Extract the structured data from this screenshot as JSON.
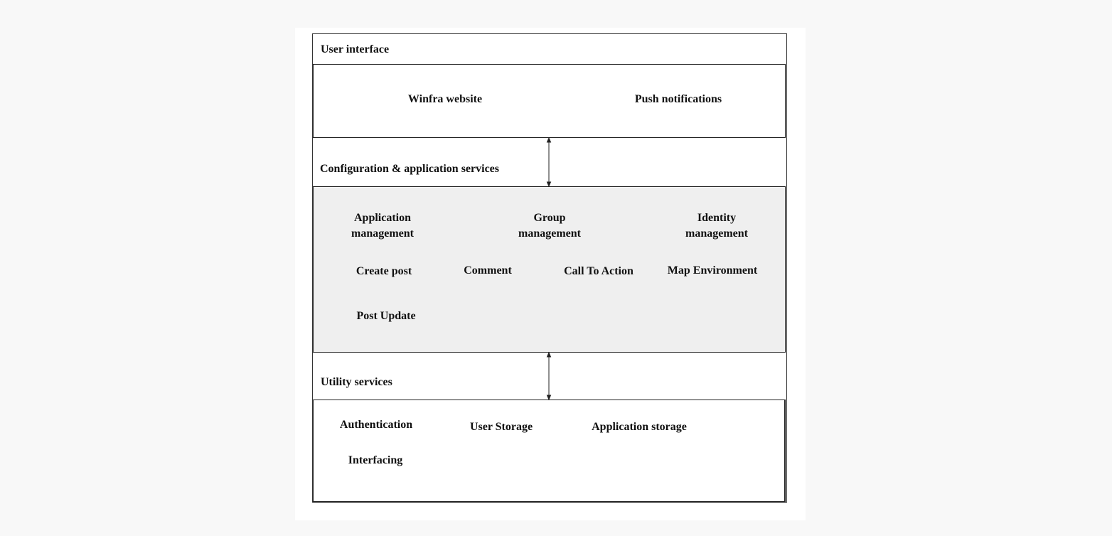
{
  "diagram": {
    "sections": {
      "user_interface": {
        "title": "User interface",
        "items": [
          "Winfra website",
          "Push notifications"
        ]
      },
      "configuration": {
        "title": "Configuration & application services",
        "items": [
          "Application\nmanagement",
          "Group\nmanagement",
          "Identity\nmanagement",
          "Create post",
          "Comment",
          "Call To Action",
          "Map Environment",
          "Post Update"
        ]
      },
      "utility": {
        "title": "Utility services",
        "items": [
          "Authentication",
          "User Storage",
          "Application storage",
          "Interfacing"
        ]
      }
    },
    "connections": [
      {
        "from": "user_interface",
        "to": "configuration",
        "direction": "bidirectional"
      },
      {
        "from": "configuration",
        "to": "utility",
        "direction": "bidirectional"
      }
    ],
    "colors": {
      "config_fill": "#efefef",
      "border": "#222222"
    }
  }
}
